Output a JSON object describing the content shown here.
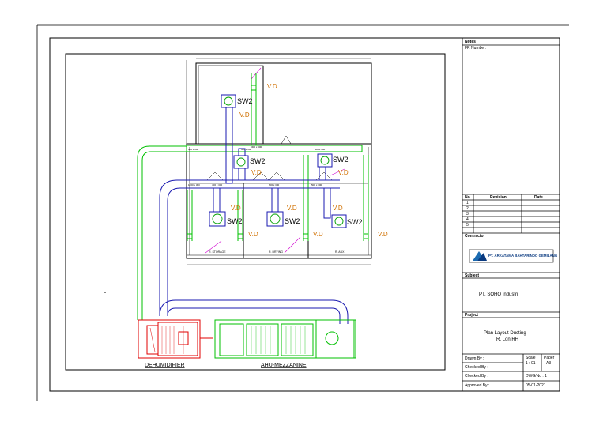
{
  "drawing": {
    "sw_label": "SW2",
    "vd_label": "V.D",
    "room_labels": [
      "R. STORAGE",
      "R. DRYING",
      "R. AUX"
    ],
    "duct_sizes": [
      "300 x 300",
      "300 x 300",
      "300 x 300",
      "1200 x 300",
      "400 x 300",
      "600 x 300",
      "500 x 300",
      "300 x 300"
    ],
    "dehumidifier_label": "DEHUMIDIFIER",
    "ahu_label": "AHU-MEZZANINE",
    "colors": {
      "duct": "#1a1ab0",
      "ahu": "#00c000",
      "dehumidifier": "#e00000",
      "vd": "#d07000",
      "flex": "#d000d0",
      "wall": "#000000"
    }
  },
  "titleblock": {
    "notes_label": "Notes",
    "fr_number_label": "FR Number:",
    "revision_headers": {
      "no": "No",
      "revision": "Revision",
      "date": "Date"
    },
    "revision_rows": [
      "1",
      "2",
      "3",
      "4",
      "5"
    ],
    "contractor_label": "Contractor",
    "company_name": "PT. ARKATAMA BAHTARINDO GEMILANG",
    "subject_label": "Subject",
    "subject_value": "PT. SOHO Industri",
    "project_label": "Project",
    "project_title_line1": "Plan Layout Ducting",
    "project_title_line2": "R. Lon RH",
    "drawn_by": "Drawn By :",
    "checked_by_1": "Checked By :",
    "checked_by_2": "Checked By :",
    "approved_by": "Approved By :",
    "scale_label": "Scale",
    "scale_value": "1 : 01",
    "paper_label": "Paper",
    "paper_value": "A3",
    "dwg_no": "DWG/No : 1",
    "date_value": "05-01-2021"
  }
}
